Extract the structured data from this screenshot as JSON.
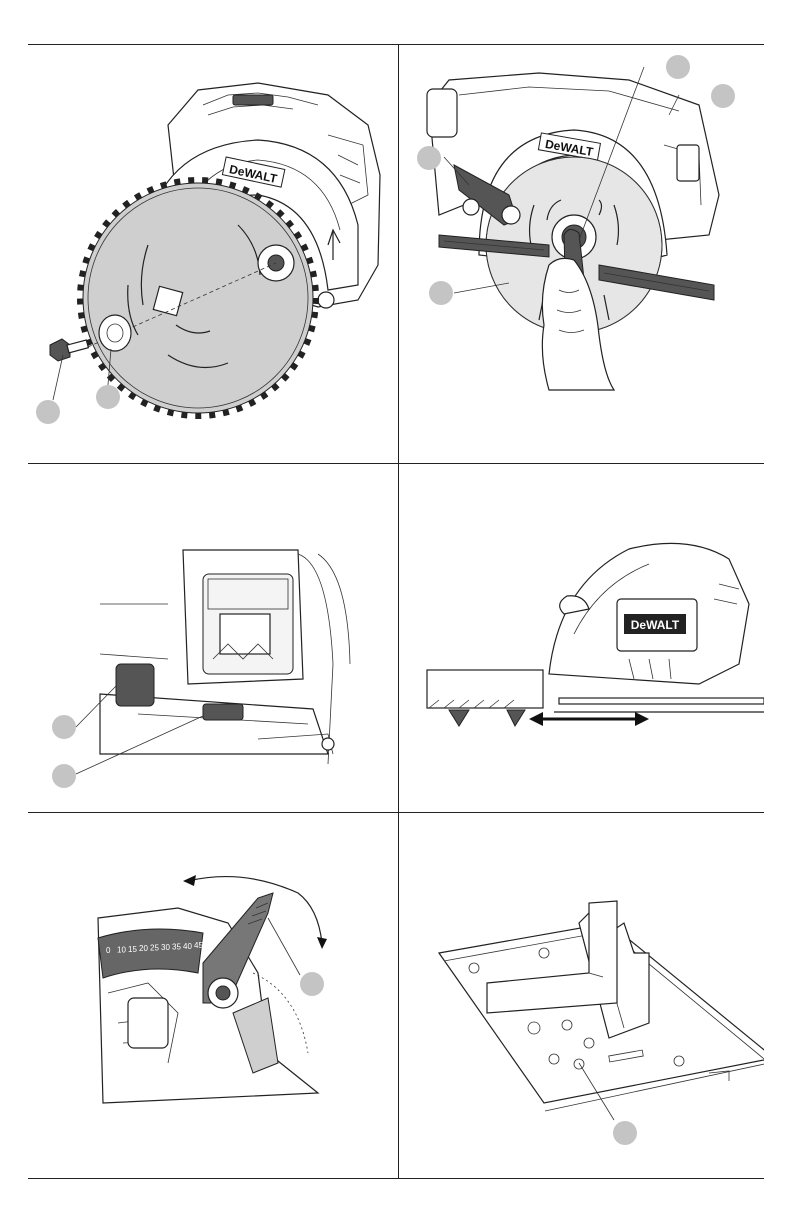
{
  "brand": {
    "logo_text": "DeWALT"
  },
  "figures": [
    {
      "id": "blade-install",
      "callouts": 2
    },
    {
      "id": "blade-wrench",
      "callouts": 4
    },
    {
      "id": "battery-base",
      "callouts": 2
    },
    {
      "id": "rail-guide",
      "callouts": 0
    },
    {
      "id": "bevel-adjust",
      "callouts": 1
    },
    {
      "id": "shoe-square",
      "callouts": 1
    }
  ],
  "bevel_scale": {
    "marks": [
      "0",
      "10",
      "15",
      "20",
      "25",
      "30",
      "35",
      "40",
      "45"
    ]
  },
  "colors": {
    "rule": "#222222",
    "callout": "#c4c4c4",
    "line": "#222222"
  }
}
